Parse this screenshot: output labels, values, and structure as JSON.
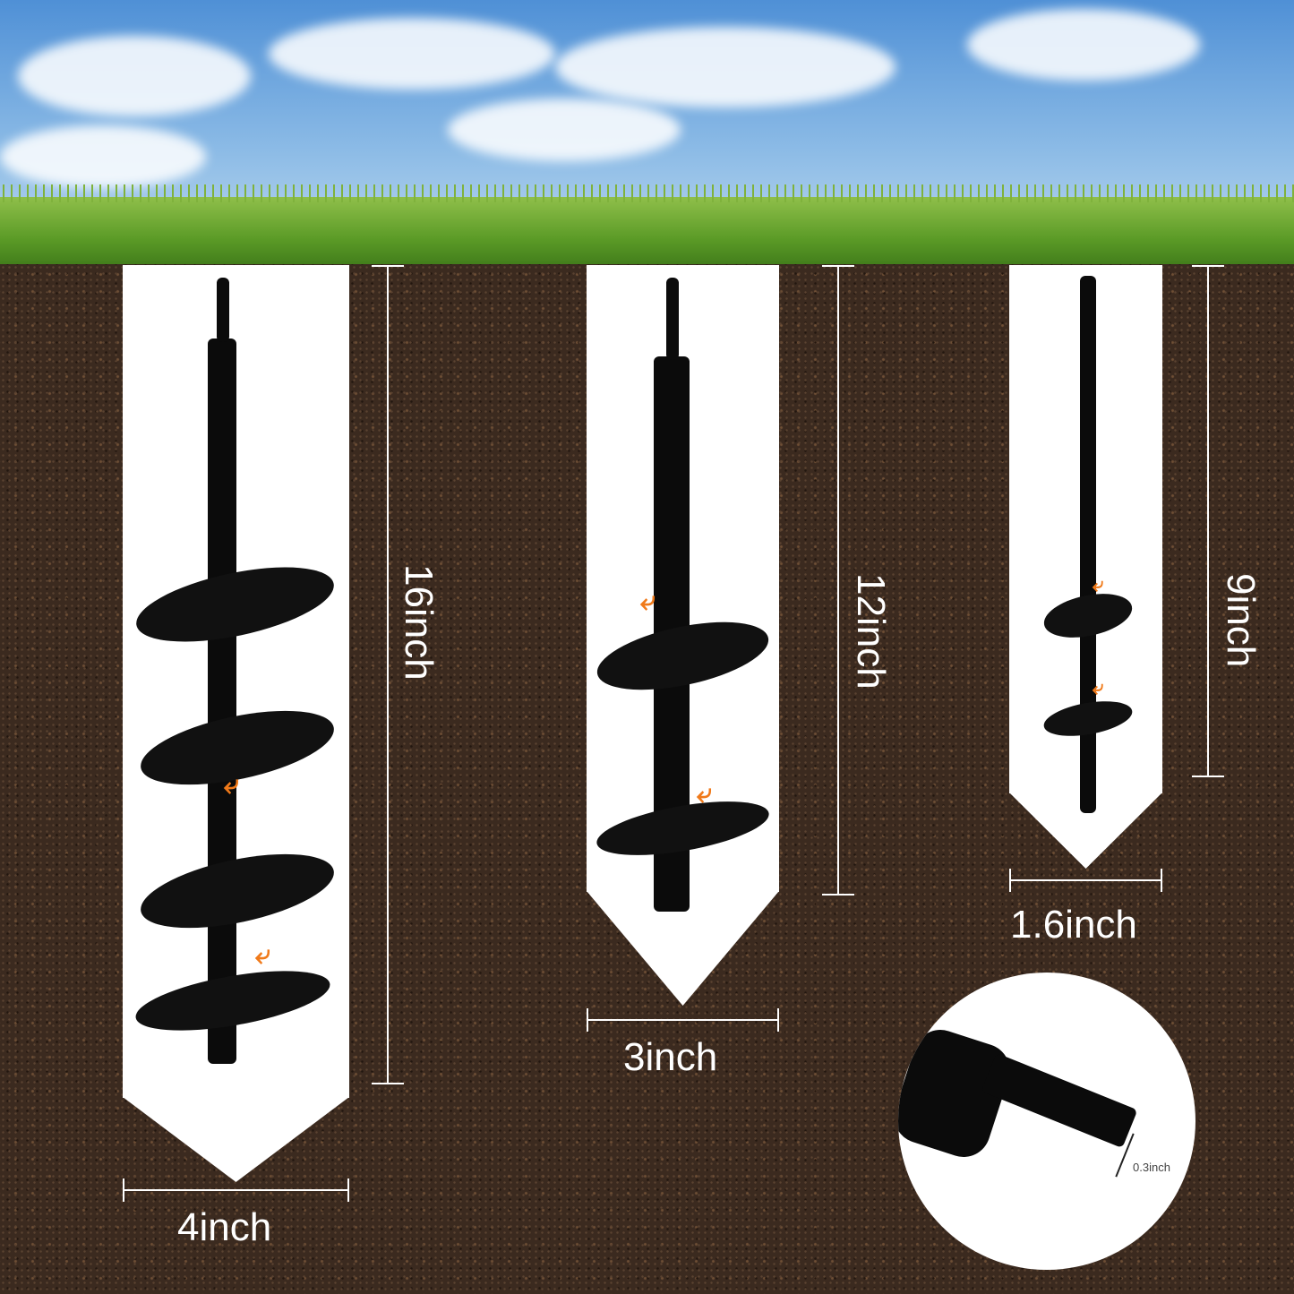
{
  "scene": {
    "description": "Garden auger drill bits size comparison in soil"
  },
  "augers": [
    {
      "name": "large",
      "height_label": "16inch",
      "width_label": "4inch"
    },
    {
      "name": "medium",
      "height_label": "12inch",
      "width_label": "3inch"
    },
    {
      "name": "small",
      "height_label": "9inch",
      "width_label": "1.6inch"
    }
  ],
  "shank_detail": {
    "label": "0.3inch"
  },
  "colors": {
    "arrow": "#f07a1a",
    "soil": "#3b2a1f",
    "sky": "#8cbbe6",
    "grass": "#5a9a26"
  }
}
